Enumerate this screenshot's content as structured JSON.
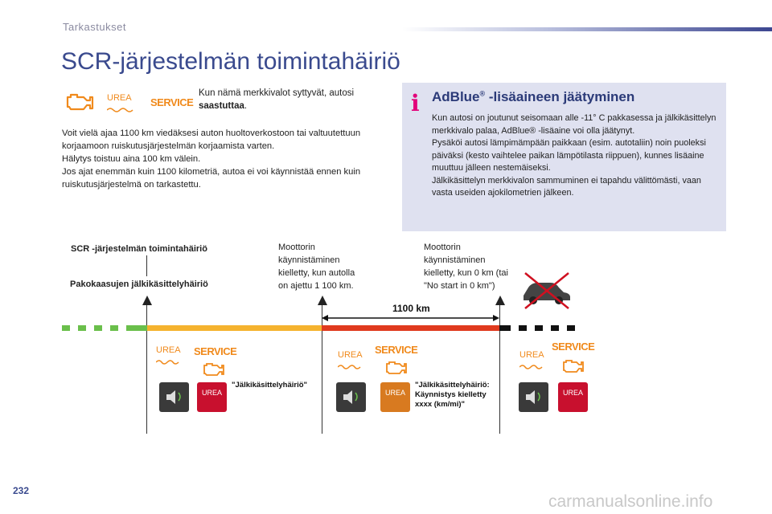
{
  "header": {
    "section": "Tarkastukset"
  },
  "title": "SCR-järjestelmän toimintahäiriö",
  "intro": {
    "text": "Kun nämä merkkivalot syttyvät, autosi ",
    "bold": "saastuttaa",
    "end": "."
  },
  "indicators": {
    "urea": "UREA",
    "service": "SERVICE"
  },
  "body": [
    "Voit vielä ajaa 1100 km viedäksesi auton huoltoverkostoon tai valtuutettuun korjaamoon ruiskutusjärjestelmän korjaamista varten.",
    "Hälytys toistuu aina 100 km välein.",
    "Jos ajat enemmän kuin 1100 kilometriä, autoa ei voi käynnistää ennen kuin ruiskutusjärjestelmä on tarkastettu."
  ],
  "info": {
    "icon": "i",
    "title": "AdBlue",
    "reg": "®",
    "title_rest": " -lisäaineen jäätyminen",
    "paragraphs": [
      "Kun autosi on joutunut seisomaan alle -11° C pakkasessa ja jälkikäsittelyn merkkivalo palaa, AdBlue® -lisäaine voi olla jäätynyt.",
      "Pysäköi autosi lämpimämpään paikkaan (esim. autotaliin) noin puoleksi päiväksi (kesto vaihtelee paikan lämpötilasta riippuen), kunnes lisäaine muuttuu jälleen nestemäiseksi.",
      "Jälkikäsittelyn merkkivalon sammuminen ei tapahdu välittömästi, vaan vasta useiden ajokilometrien jälkeen."
    ]
  },
  "diagram": {
    "label_scr": "SCR -järjestelmän toimintahäiriö",
    "label_exhaust": "Pakokaasujen jälkikäsittelyhäiriö",
    "label_mid": [
      "Moottorin",
      "käynnistäminen",
      "kielletty, kun autolla",
      "on ajettu 1 100 km."
    ],
    "label_right": [
      "Moottorin",
      "käynnistäminen",
      "kielletty, kun 0 km (tai",
      "\"No start in 0 km\")"
    ],
    "distance": "1100 km",
    "msg1": "\"Jälkikäsittelyhäiriö\"",
    "msg2": [
      "\"Jälkikäsittelyhäiriö:",
      "Käynnistys kielletty",
      "xxxx (km/mi)\""
    ]
  },
  "page_number": "232",
  "watermark": "carmanualsonline.info"
}
